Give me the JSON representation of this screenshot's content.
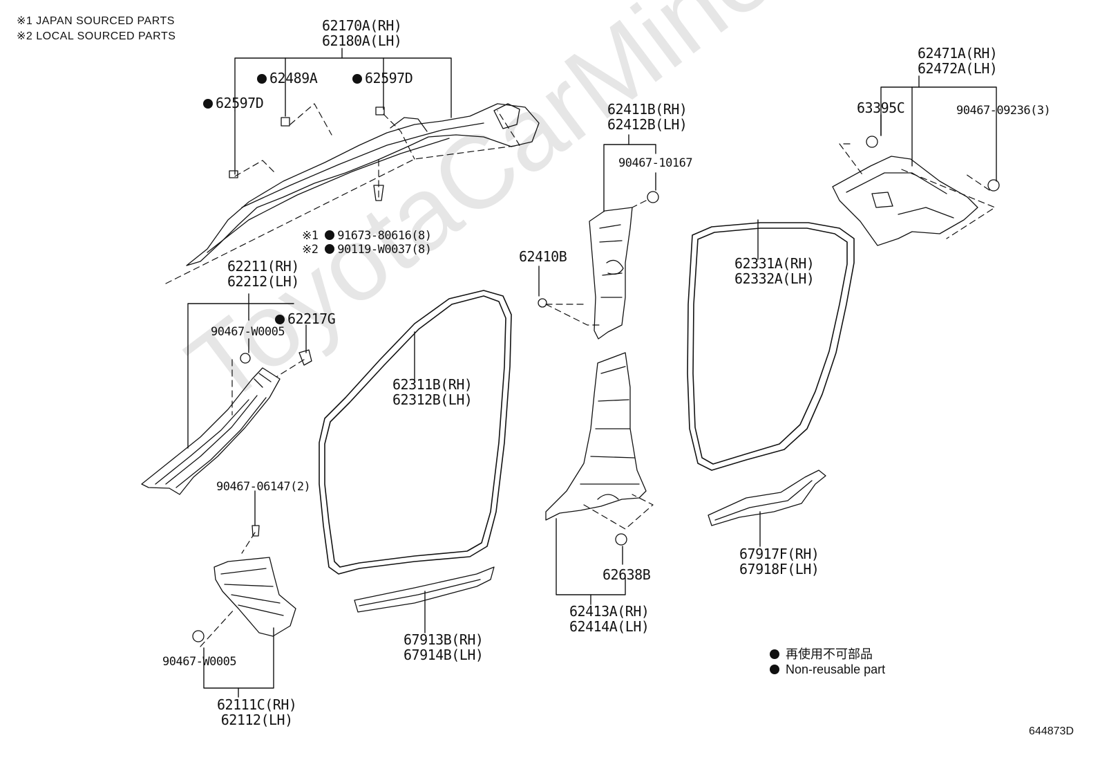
{
  "notes": {
    "japan": "※1 JAPAN SOURCED PARTS",
    "local": "※2 LOCAL SOURCED PARTS"
  },
  "watermark": "ToyotaCarMine.ru",
  "diagram_id": "644873D",
  "legend": {
    "jp": "再使用不可部品",
    "en": "Non-reusable part"
  },
  "parts": {
    "front_pillar_garnish": {
      "rh": "62170A(RH)",
      "lh": "62180A(LH)"
    },
    "clip_62489a": "62489A",
    "clip_62597d_top": "62597D",
    "clip_62597d_left": "62597D",
    "bolt_japan_prefix": "※1",
    "bolt_japan": "91673-80616(8)",
    "bolt_local_prefix": "※2",
    "bolt_local": "90119-W0037(8)",
    "a_pillar_trim": {
      "rh": "62211(RH)",
      "lh": "62212(LH)"
    },
    "clip_90467_w0005_a": "90467-W0005",
    "clip_62217g": "62217G",
    "clip_90467_06147": "90467-06147(2)",
    "cowl_side_trim": {
      "rh": "62111C(RH)",
      "lh": "62112(LH)"
    },
    "clip_90467_w0005_b": "90467-W0005",
    "front_door_weatherstrip": {
      "rh": "62311B(RH)",
      "lh": "62312B(LH)"
    },
    "front_scuff_plate": {
      "rh": "67913B(RH)",
      "lh": "67914B(LH)"
    },
    "b_pillar_upper": {
      "rh": "62411B(RH)",
      "lh": "62412B(LH)"
    },
    "clip_90467_10167": "90467-10167",
    "clip_62410b": "62410B",
    "b_pillar_lower": {
      "rh": "62413A(RH)",
      "lh": "62414A(LH)"
    },
    "clip_62638b": "62638B",
    "rear_door_weatherstrip": {
      "rh": "62331A(RH)",
      "lh": "62332A(LH)"
    },
    "rear_scuff_plate": {
      "rh": "67917F(RH)",
      "lh": "67918F(LH)"
    },
    "roof_side_garnish": {
      "rh": "62471A(RH)",
      "lh": "62472A(LH)"
    },
    "clip_63395c": "63395C",
    "clip_90467_09236": "90467-09236(3)"
  }
}
